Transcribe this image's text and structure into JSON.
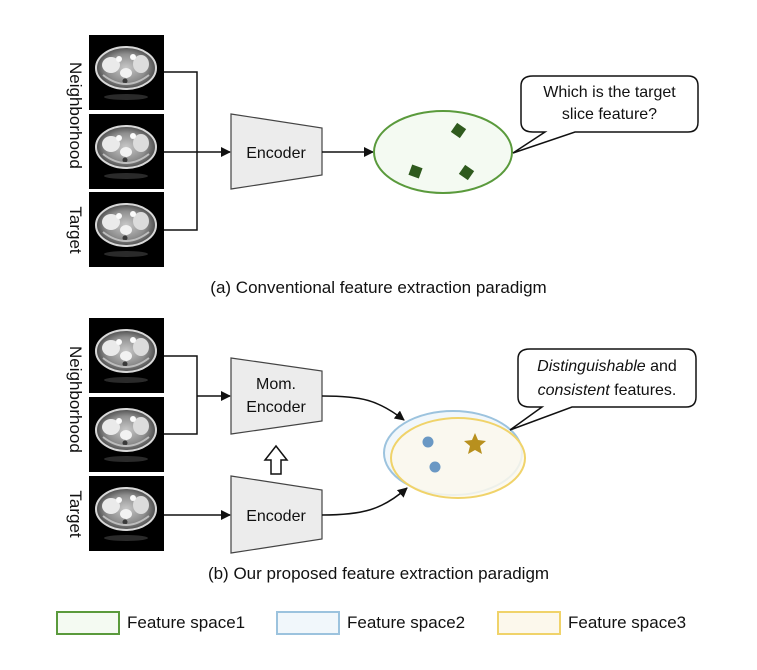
{
  "panel_a": {
    "neighborhood_label": "Neighborhood",
    "target_label": "Target",
    "encoder_label": "Encoder",
    "bubble_line1": "Which is the target",
    "bubble_line2": "slice feature?",
    "caption": "(a) Conventional feature extraction paradigm"
  },
  "panel_b": {
    "neighborhood_label": "Neighborhood",
    "target_label": "Target",
    "mom_encoder_line1": "Mom.",
    "mom_encoder_line2": "Encoder",
    "encoder_label": "Encoder",
    "bubble_italic1": "Distinguishable",
    "bubble_text1": " and",
    "bubble_italic2": "consistent",
    "bubble_text2": " features.",
    "caption": "(b) Our proposed feature extraction paradigm"
  },
  "legend": {
    "items": [
      {
        "label": "Feature space1",
        "border": "#5a9a3c",
        "fill": "#f4faf2"
      },
      {
        "label": "Feature space2",
        "border": "#9cc3de",
        "fill": "#f1f7fb"
      },
      {
        "label": "Feature space3",
        "border": "#f0d36a",
        "fill": "#fcf8ec"
      }
    ]
  },
  "colors": {
    "space1": "#5a9a3c",
    "space2": "#9cc3de",
    "space3": "#f0d36a",
    "diamond": "#2f5a1e",
    "dot": "#6a98c4",
    "star": "#b8901e"
  }
}
